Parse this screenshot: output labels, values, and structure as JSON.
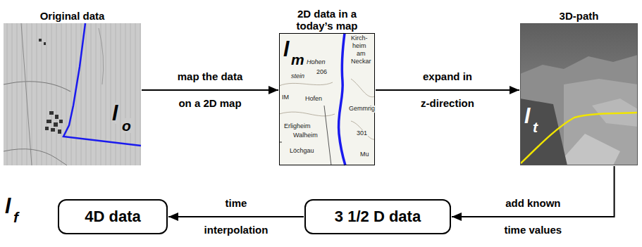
{
  "diagram": {
    "nodes": [
      {
        "text": [
          "Original data"
        ]
      },
      {
        "text": [
          "2D data in a today’s map"
        ]
      },
      {
        "text": [
          "3D-path"
        ]
      },
      {
        "text": [
          "4D data"
        ]
      },
      {
        "text": [
          "3 1/2 D data"
        ]
      }
    ],
    "edges": [
      {
        "from": 0,
        "to": 1,
        "arrow": "to",
        "label": "map the data on a 2D map"
      },
      {
        "from": 1,
        "to": 2,
        "arrow": "to",
        "label": "expand in z-direction"
      },
      {
        "from": 2,
        "to": 4,
        "arrow": "to",
        "label": "add known time values"
      },
      {
        "from": 4,
        "to": 3,
        "arrow": "to",
        "label": "time interpolation"
      }
    ],
    "labels": [
      "l",
      "o",
      "l",
      "m",
      "l",
      "t",
      "l",
      "f",
      "Kirch-",
      "heim",
      "am",
      "Neckar",
      "Hohen",
      "206",
      "stein",
      "IM",
      "Hofen",
      "Gemmrig",
      "Erligheim",
      "Walheim",
      "Löchgau",
      "301",
      "Mu"
    ]
  }
}
